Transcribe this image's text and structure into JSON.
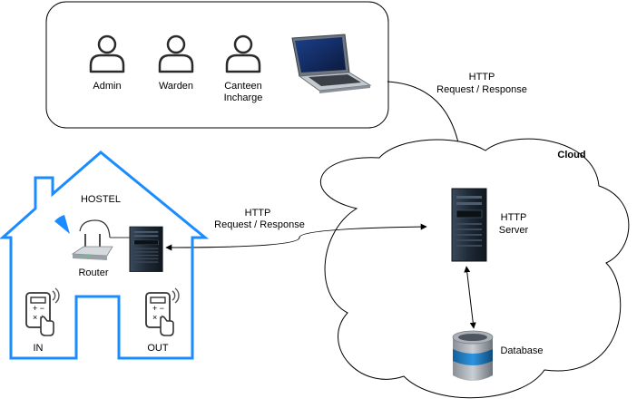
{
  "users_box": {
    "roles": [
      {
        "label": "Admin",
        "icon": "user-icon"
      },
      {
        "label": "Warden",
        "icon": "user-icon"
      },
      {
        "label": "Canteen",
        "label2": "Incharge",
        "icon": "user-icon"
      }
    ],
    "device_icon": "laptop-icon"
  },
  "link_users_server": {
    "line1": "HTTP",
    "line2": "Request / Response"
  },
  "link_hostel_server": {
    "line1": "HTTP",
    "line2": "Request / Response"
  },
  "cloud": {
    "label": "Cloud",
    "server": {
      "line1": "HTTP",
      "line2": "Server",
      "icon": "server-tower-icon"
    },
    "database": {
      "label": "Database",
      "icon": "database-icon"
    }
  },
  "hostel": {
    "label": "HOSTEL",
    "router": {
      "label": "Router",
      "icon": "router-icon"
    },
    "local_server_icon": "server-tower-icon",
    "in_device": {
      "label": "IN",
      "icon": "rfid-reader-icon"
    },
    "out_device": {
      "label": "OUT",
      "icon": "rfid-reader-icon"
    }
  },
  "colors": {
    "house_outline": "#1a8cff",
    "wifi": "#1a8cff",
    "line": "#000000",
    "server_body": "#1f2a36",
    "db_band": "#1e7fc8"
  }
}
